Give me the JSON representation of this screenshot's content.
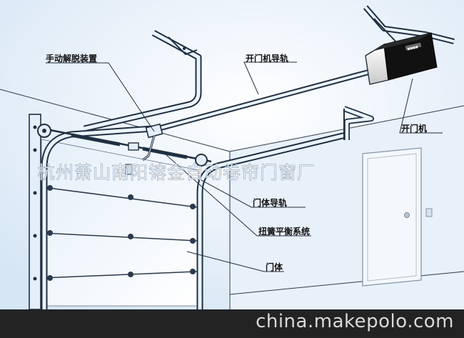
{
  "labels": {
    "manual_release": "手动解脱装置",
    "opener_rail": "开门机导轨",
    "opener": "开门机",
    "door_track": "门体导轨",
    "torsion_system": "扭簧平衡系统",
    "door_body": "门体"
  },
  "watermark": "杭州萧山南阳镕金自动卷帘门窗厂",
  "footer": {
    "site": "china.makepolo.com"
  },
  "colors": {
    "wall_tint": "#dbe9f6",
    "rail_fill": "#e9f4fc",
    "rail_stroke": "#1f2f44",
    "opener_body": "#111111",
    "footer_bg": "#232323"
  }
}
